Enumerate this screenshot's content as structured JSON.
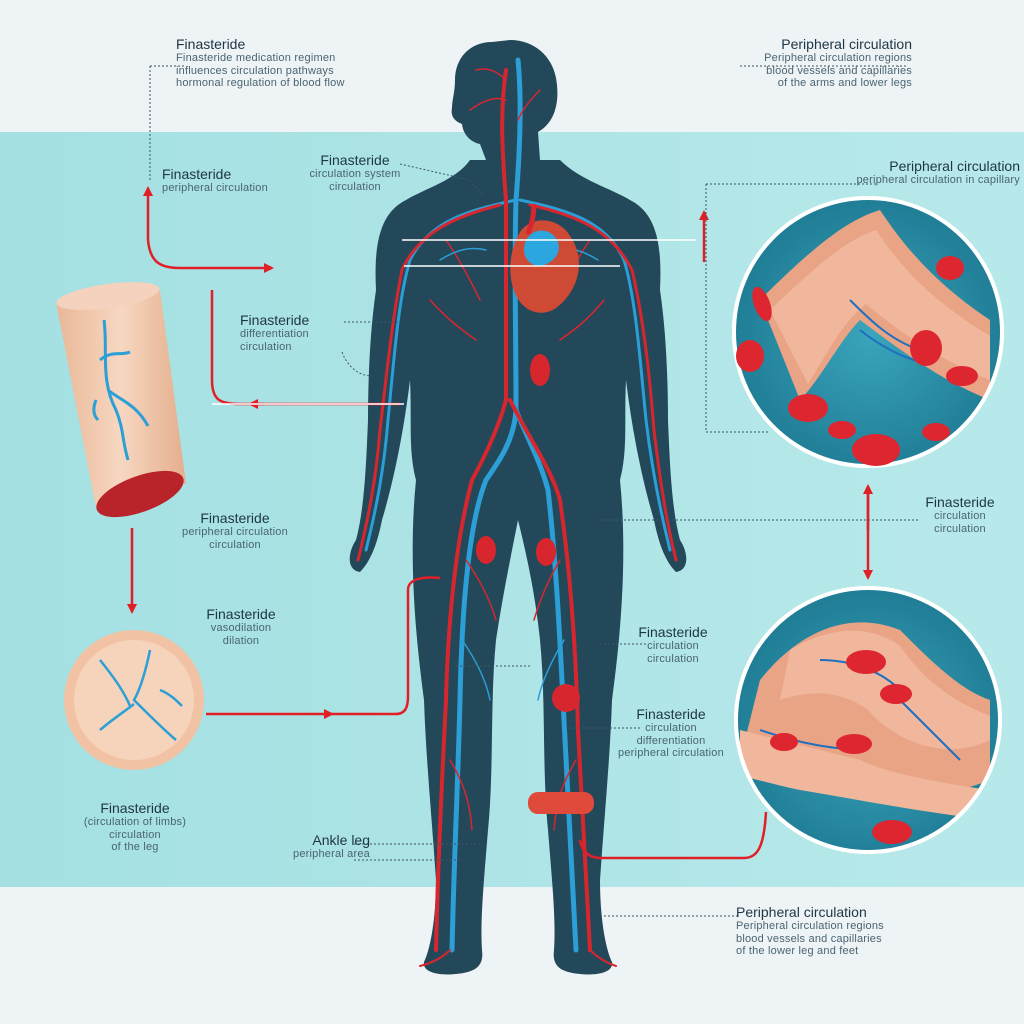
{
  "labels": {
    "top_left": {
      "title": "Finasteride",
      "lines": [
        "Finasteride medication regimen",
        "influences circulation pathways",
        "hormonal regulation of blood flow"
      ]
    },
    "top_right": {
      "title": "Peripheral circulation",
      "lines": [
        "Peripheral circulation regions",
        "blood vessels and capillaries",
        "of the arms and lower legs"
      ]
    },
    "left_upper": {
      "title": "Finasteride",
      "lines": [
        "peripheral circulation"
      ]
    },
    "chest": {
      "title": "Finasteride",
      "lines": [
        "circulation system",
        "circulation"
      ]
    },
    "mid_left": {
      "title": "Finasteride",
      "lines": [
        "differentiation",
        "circulation"
      ]
    },
    "vessel_caption": {
      "title": "Finasteride",
      "lines": [
        "peripheral circulation",
        "circulation"
      ]
    },
    "cross_section": {
      "title": "Finasteride",
      "lines": [
        "vasodilation",
        "dilation"
      ]
    },
    "bottom_left": {
      "title": "Finasteride",
      "lines": [
        "(circulation of limbs)",
        "circulation",
        "of the leg"
      ]
    },
    "right_upper": {
      "title": "Peripheral circulation",
      "lines": [
        "peripheral circulation in capillary"
      ]
    },
    "right_mid": {
      "title": "Finasteride",
      "lines": [
        "circulation",
        "circulation"
      ]
    },
    "knee": {
      "title": "Finasteride",
      "lines": [
        "circulation",
        "circulation"
      ]
    },
    "calf": {
      "title": "Finasteride",
      "lines": [
        "circulation",
        "differentiation",
        "peripheral circulation"
      ]
    },
    "ankle": {
      "title": "Ankle leg",
      "lines": [
        "peripheral area"
      ]
    },
    "bottom_right": {
      "title": "Peripheral circulation",
      "lines": [
        "Peripheral circulation regions",
        "blood vessels and capillaries",
        "of the lower leg and feet"
      ]
    }
  },
  "colors": {
    "band": "#a9e1e4",
    "body": "#23485a",
    "artery": "#d8262e",
    "vein": "#2b9fd6",
    "arrow": "#e11f26",
    "tissue": "#f4c9b0",
    "magnifier_bg": "#2f90a6"
  },
  "icons": [
    "human-figure",
    "heart-icon",
    "blood-vessel-tube",
    "vessel-cross-section",
    "magnified-capillary",
    "red-blood-cell"
  ]
}
